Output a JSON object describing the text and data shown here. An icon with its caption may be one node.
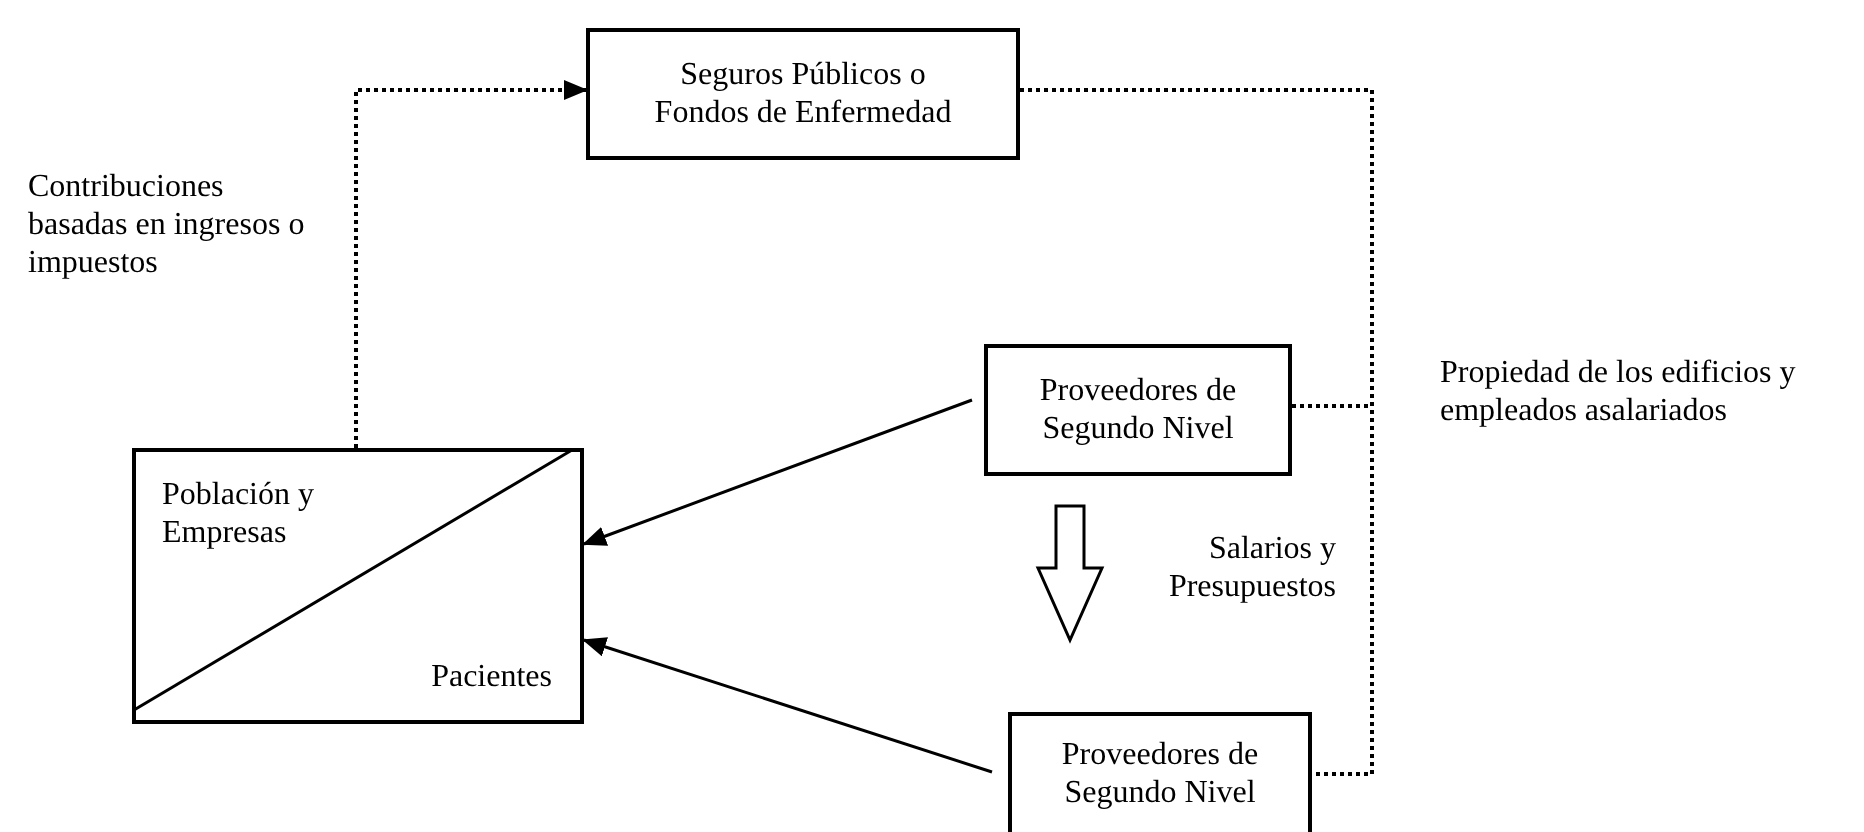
{
  "diagram": {
    "nodes": [
      {
        "text": [
          "Seguros Públicos o Fondos de Enfermedad"
        ]
      },
      {
        "text": [
          "Población y Empresas",
          "Pacientes"
        ]
      },
      {
        "text": [
          "Proveedores de Segundo Nivel"
        ]
      },
      {
        "text": [
          "Proveedores de Segundo Nivel"
        ]
      }
    ],
    "edges": [
      {
        "from": 1,
        "to": 0,
        "arrow": "to",
        "style": "dashed",
        "label": "Contribuciones basadas en ingresos o impuestos"
      },
      {
        "from": 0,
        "to": 2,
        "arrow": "none",
        "style": "dashed"
      },
      {
        "from": 0,
        "to": 3,
        "arrow": "none",
        "style": "dashed"
      },
      {
        "from": 2,
        "to": 1,
        "arrow": "to"
      },
      {
        "from": 3,
        "to": 1,
        "arrow": "to"
      },
      {
        "from": 2,
        "to": 3,
        "arrow": "to",
        "style": "thick",
        "label": "Salarios y Presupuestos"
      }
    ],
    "labels": [
      "Propiedad de los edificios y empleados asalariados"
    ]
  }
}
